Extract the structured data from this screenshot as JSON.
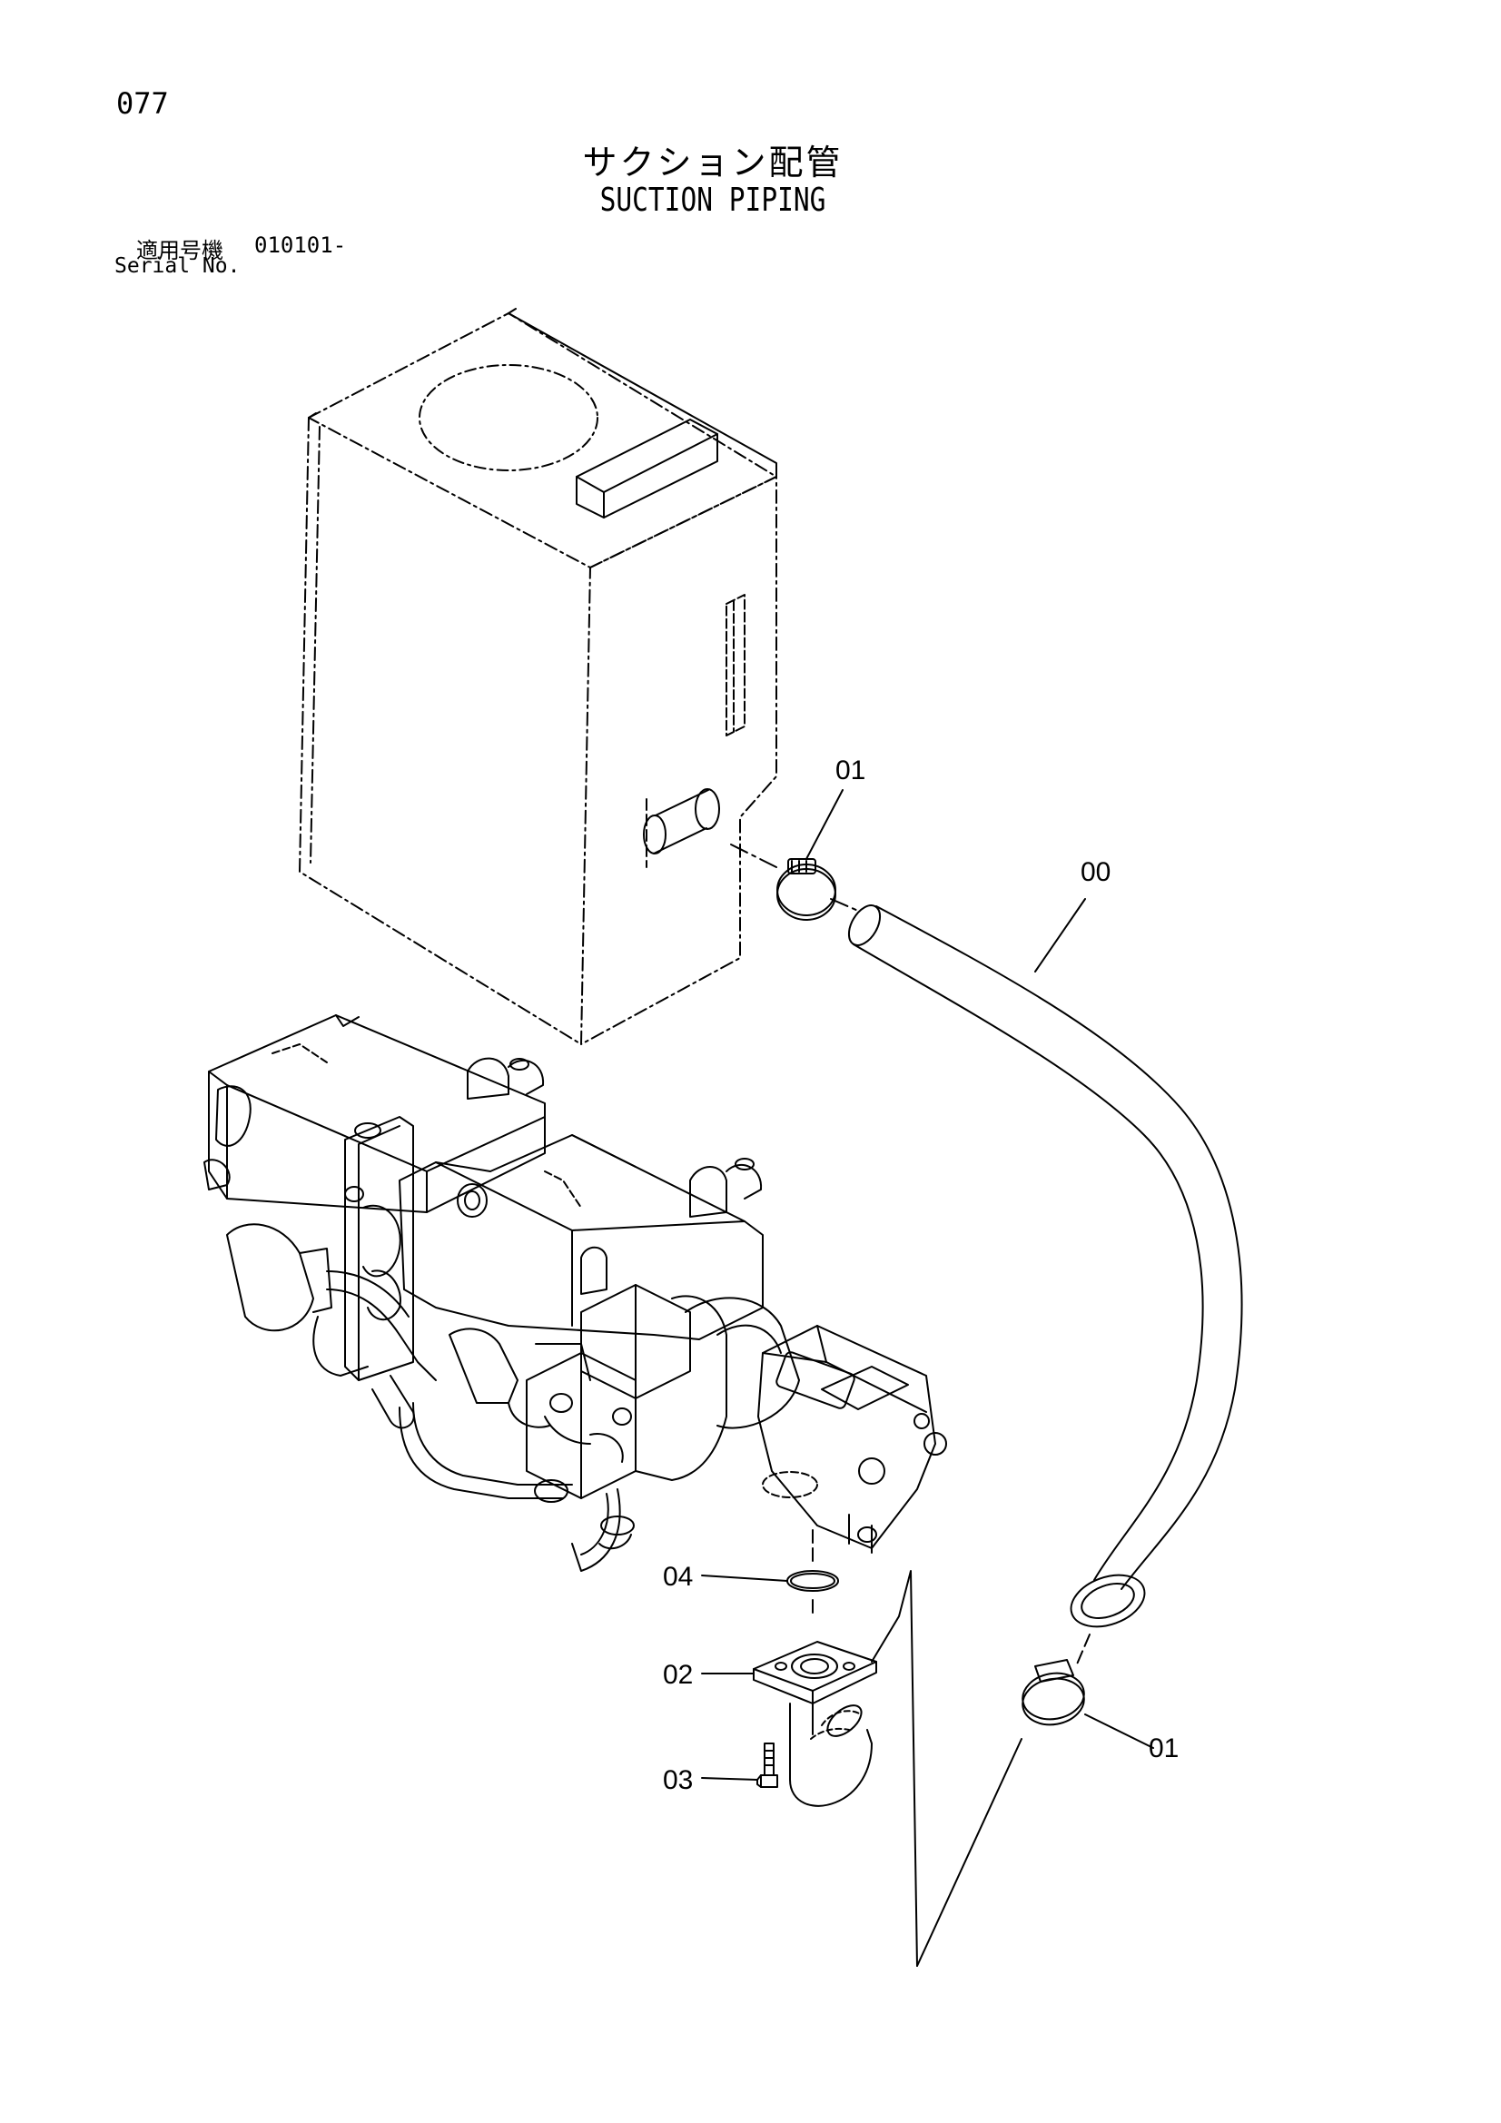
{
  "header": {
    "page_number": "077",
    "title_jp": "サクション配管",
    "title_en": "SUCTION PIPING",
    "serial_label_jp": "適用号機",
    "serial_range": "010101-",
    "serial_label_en": "Serial No."
  },
  "callouts": {
    "c00": "00",
    "c01_top": "01",
    "c01_bottom": "01",
    "c02": "02",
    "c03": "03",
    "c04": "04"
  }
}
